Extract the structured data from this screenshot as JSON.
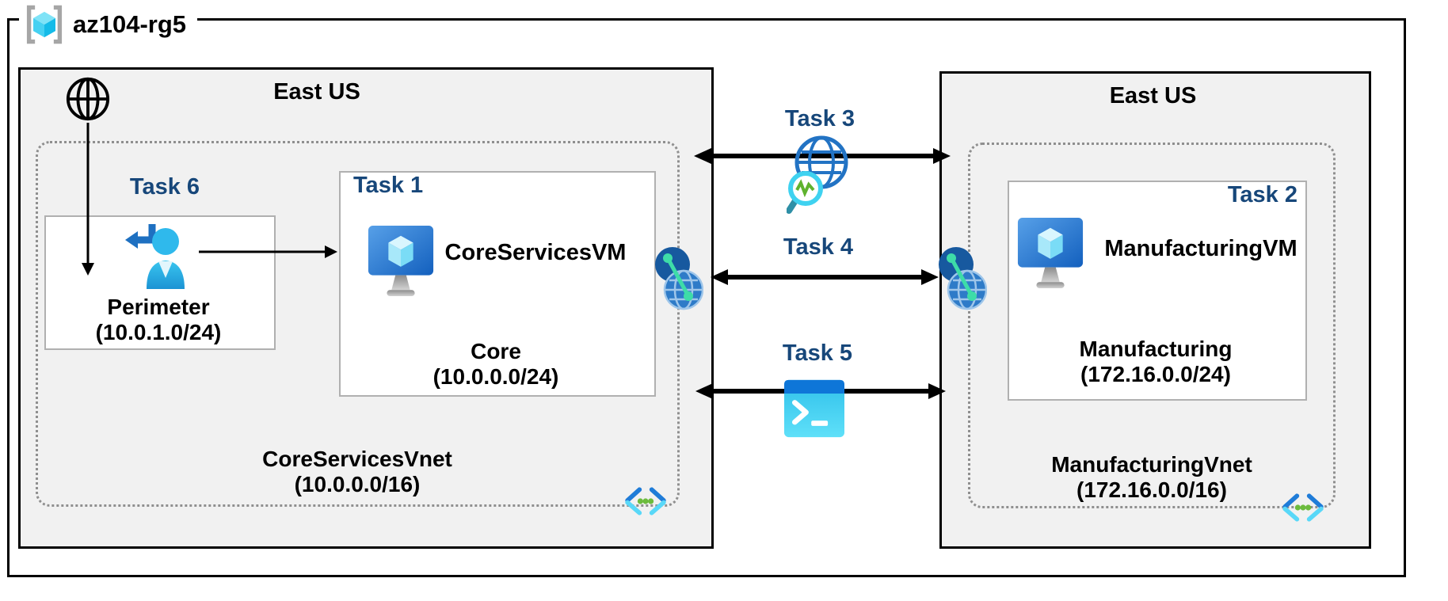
{
  "resource_group": {
    "name": "az104-rg5"
  },
  "left_region": {
    "name": "East US",
    "task6_label": "Task 6",
    "perimeter_subnet": {
      "name": "Perimeter",
      "cidr": "(10.0.1.0/24)"
    },
    "task1_label": "Task 1",
    "vm_name": "CoreServicesVM",
    "core_subnet": {
      "name": "Core",
      "cidr": "(10.0.0.0/24)"
    },
    "vnet": {
      "name": "CoreServicesVnet",
      "cidr": "(10.0.0.0/16)"
    }
  },
  "right_region": {
    "name": "East US",
    "task2_label": "Task 2",
    "vm_name": "ManufacturingVM",
    "subnet": {
      "name": "Manufacturing",
      "cidr": "(172.16.0.0/24)"
    },
    "vnet": {
      "name": "ManufacturingVnet",
      "cidr": "(172.16.0.0/16)"
    }
  },
  "connections": {
    "task3_label": "Task 3",
    "task4_label": "Task 4",
    "task5_label": "Task 5"
  },
  "icons": {
    "resource_group": "resource-group-icon",
    "internet": "internet-globe-icon",
    "signin_user": "signin-user-icon",
    "virtual_machine": "virtual-machine-icon",
    "network_watcher": "network-watcher-icon",
    "vnet_peering": "vnet-peering-icon",
    "cloud_shell": "cloud-shell-icon",
    "virtual_network": "virtual-network-icon"
  },
  "colors": {
    "task_label_navy": "#17477A",
    "region_background": "#F1F1F1",
    "azure_blue": "#2272C3",
    "vm_monitor_blue": "#1766C4",
    "cyan": "#4FD4F4",
    "mint_connector": "#3EDCA8",
    "dot_green": "#6CBB3D",
    "border_gray": "#8F8F8F"
  }
}
